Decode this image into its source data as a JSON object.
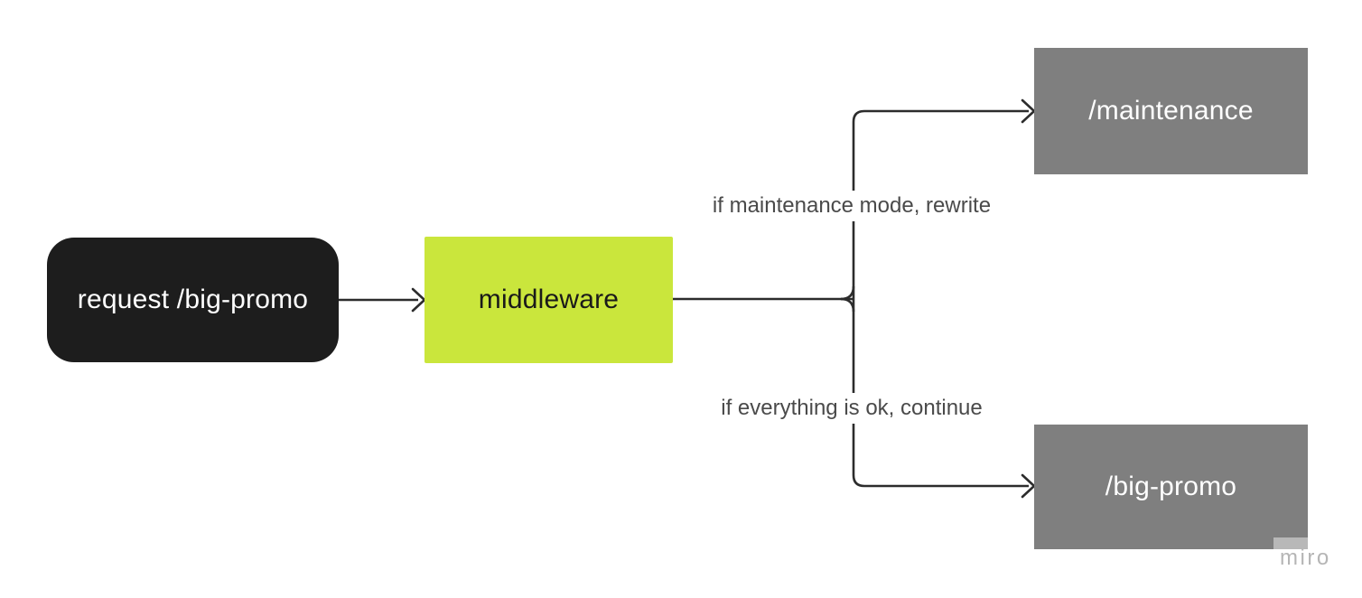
{
  "diagram": {
    "nodes": {
      "request": {
        "label": "request /big-promo"
      },
      "middleware": {
        "label": "middleware"
      },
      "maintenance": {
        "label": "/maintenance"
      },
      "big_promo": {
        "label": "/big-promo"
      }
    },
    "edges": {
      "maintenance_label": "if maintenance mode, rewrite",
      "continue_label": "if everything is ok, continue"
    },
    "colors": {
      "request_bg": "#1d1d1d",
      "middleware_bg": "#cae63c",
      "route_bg": "#7f7f7f",
      "connector_line": "#2c2c2c",
      "edge_label_text": "#4a4a4a",
      "node_text_light": "#ffffff",
      "node_text_dark": "#1a1a1a",
      "watermark_text": "#b5b5b5",
      "canvas_bg": "#ffffff"
    },
    "watermark": "miro"
  }
}
